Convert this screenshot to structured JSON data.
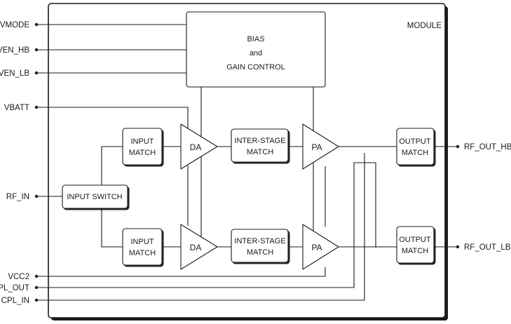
{
  "diagram": {
    "module_label": "MODULE",
    "pins_left": {
      "vmode": "VMODE",
      "ven_hb": "VEN_HB",
      "ven_lb": "VEN_LB",
      "vbatt": "VBATT",
      "rf_in": "RF_IN",
      "vcc2": "VCC2",
      "cpl_out": "CPL_OUT",
      "cpl_in": "CPL_IN"
    },
    "pins_right": {
      "rf_out_hb": "RF_OUT_HB",
      "rf_out_lb": "RF_OUT_LB"
    },
    "bias_block": {
      "line1": "BIAS",
      "line2": "and",
      "line3": "GAIN CONTROL"
    },
    "input_switch": "INPUT SWITCH",
    "input_match": {
      "line1": "INPUT",
      "line2": "MATCH"
    },
    "inter_stage_match": {
      "line1": "INTER-STAGE",
      "line2": "MATCH"
    },
    "output_match": {
      "line1": "OUTPUT",
      "line2": "MATCH"
    },
    "driver_amp": "DA",
    "power_amp": "PA"
  }
}
